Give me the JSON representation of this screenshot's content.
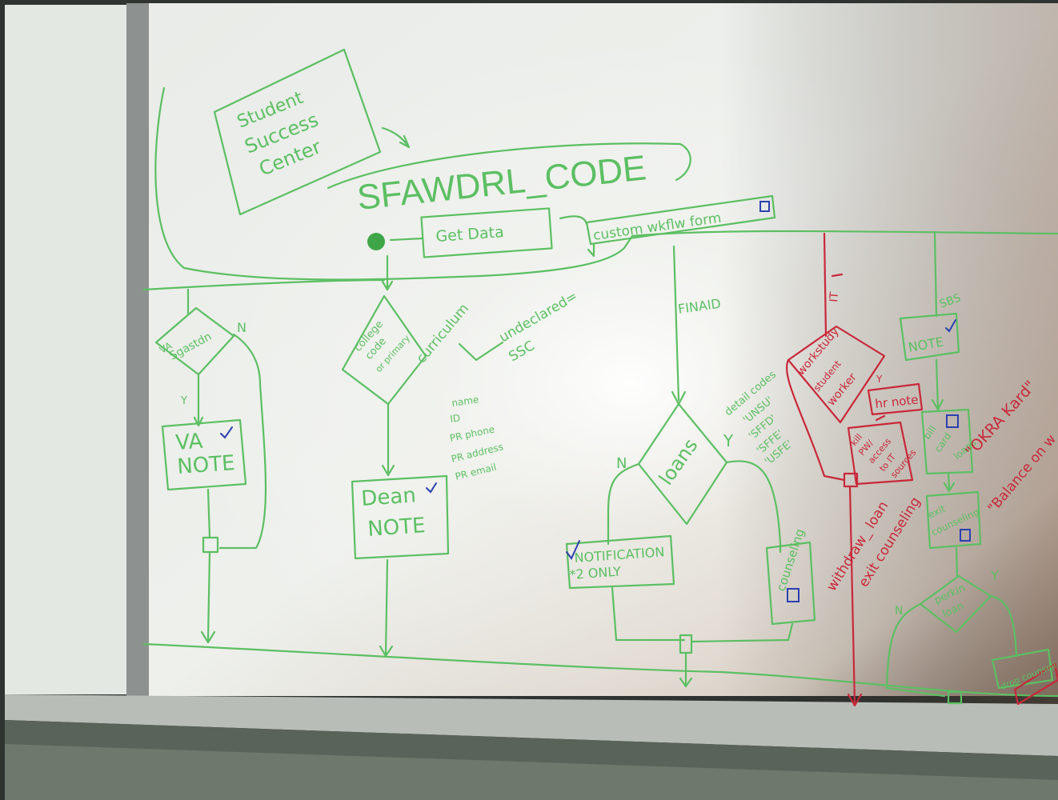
{
  "colors": {
    "green_marker": "#5cbf63",
    "red_marker": "#c8283a",
    "blue_marker": "#2b3fb0",
    "board": "#eef0ec",
    "frame": "#8d9290",
    "tray": "#b9bdb7"
  },
  "top": {
    "ssc_line1": "Student",
    "ssc_line2": "Success",
    "ssc_line3": "Center",
    "main_title": "SFAWDRL_CODE",
    "get_data": "Get Data",
    "custom_form": "custom wkflw form"
  },
  "va_branch": {
    "decision_line1": "VA",
    "decision_line2": "Sgastdn",
    "no_label": "N",
    "yes_label": "Y",
    "note_line1": "VA",
    "note_line2": "NOTE"
  },
  "dean_branch": {
    "decision_line1": "college",
    "decision_line2": "code",
    "decision_line3": "or primary",
    "curriculum": "curriculum",
    "undeclared_line1": "undeclared=",
    "undeclared_line2": "SSC",
    "fields": [
      "name",
      "ID",
      "PR phone",
      "PR address",
      "PR email"
    ],
    "note_line1": "Dean",
    "note_line2": "NOTE"
  },
  "finaid_branch": {
    "label": "FINAID",
    "loans": "loans",
    "no_label": "N",
    "yes_label": "Y",
    "detail_codes": [
      "detail codes",
      "'UNSU'",
      "'SFFD'",
      "'SFFE'",
      "'USFE'"
    ],
    "notification_line1": "NOTIFICATION",
    "notification_line2": "*2 ONLY",
    "counseling": "counseling"
  },
  "it_branch": {
    "label": "IT",
    "workstudy_line1": "workstudy",
    "workstudy_line2": "student",
    "workstudy_line3": "worker",
    "yes_label": "Y",
    "hr_note": "hr note",
    "kill_lines": [
      "kill",
      "PW/",
      "access",
      "to IT",
      "sources"
    ],
    "withdraw_line1": "withdraw_ loan",
    "withdraw_line2": "exit counseling"
  },
  "sbs_branch": {
    "label": "SBS",
    "note": "NOTE",
    "bill_lines": [
      "bill",
      "card",
      "loans"
    ],
    "okra": "\"OKRA Kard\"",
    "balance": "\"Balance on w",
    "exit_lines": [
      "exit",
      "counseling"
    ],
    "perkins_lines": [
      "perkin",
      "loan"
    ],
    "no_label": "N",
    "yes_label": "Y",
    "bottom_text": "drop counseli"
  }
}
